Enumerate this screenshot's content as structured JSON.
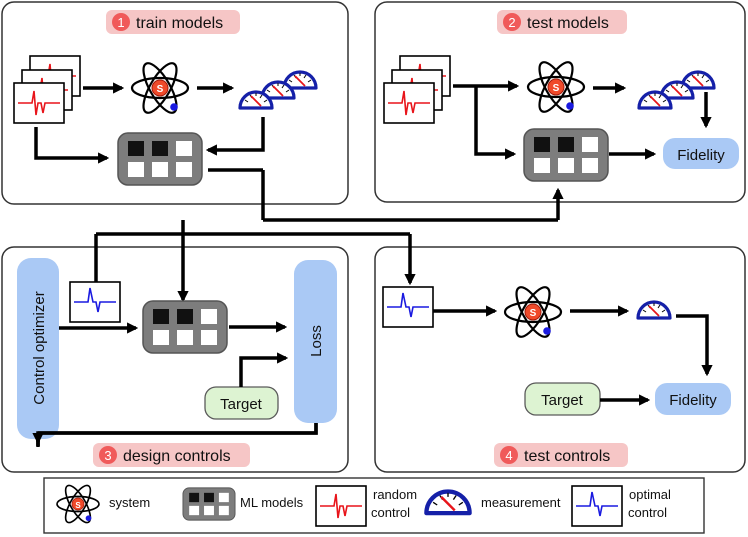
{
  "panels": [
    {
      "num": "1",
      "title": "train models"
    },
    {
      "num": "2",
      "title": "test models"
    },
    {
      "num": "3",
      "title": "design controls"
    },
    {
      "num": "4",
      "title": "test controls"
    }
  ],
  "nodes": {
    "fidelity": "Fidelity",
    "loss": "Loss",
    "target": "Target",
    "control_optimizer": "Control optimizer",
    "system_glyph": "S"
  },
  "legend": {
    "system": "system",
    "ml_models": "ML models",
    "random_control_1": "random",
    "random_control_2": "control",
    "measurement": "measurement",
    "optimal_control_1": "optimal",
    "optimal_control_2": "control"
  },
  "colors": {
    "panel_border": "#333333",
    "badge_fill": "#f6c6c6",
    "badge_circle": "#f05a5a",
    "node_blue": "#aac9f5",
    "node_green": "#ddf3d2",
    "node_green_border": "#5a5a5a",
    "random_signal": "#e8141a",
    "optimal_signal": "#1a1ae0",
    "gauge_blue": "#1520a8",
    "nucleus": "#f04a2a",
    "electron": "#1a1ae0",
    "ml_body": "#7d7d7d"
  }
}
